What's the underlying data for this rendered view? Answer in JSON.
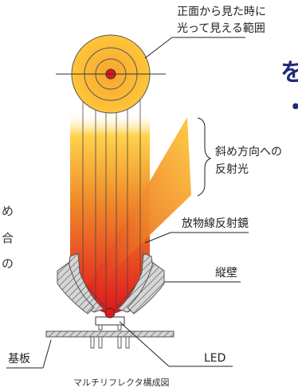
{
  "left_clipped_text": {
    "heading_fragments": [
      "を",
      "・"
    ],
    "body_fragments": [
      "め",
      "合",
      "の"
    ]
  },
  "labels": {
    "front_view_range_line1": "正面から見た時に",
    "front_view_range_line2": "光って見える範囲",
    "oblique_reflection_line1": "斜め方向への",
    "oblique_reflection_line2": "反射光",
    "parabolic_reflector": "放物線反射鏡",
    "vertical_wall": "縦壁",
    "substrate": "基板",
    "led": "LED"
  },
  "caption": "マルチリフレクタ構成図",
  "colors": {
    "heading": "#1e2b7a",
    "beam_top": "#ffd24a",
    "beam_mid": "#f08a2a",
    "beam_bottom": "#e0161c",
    "led_dot": "#e0161c",
    "hatch": "#8a8a8a"
  }
}
